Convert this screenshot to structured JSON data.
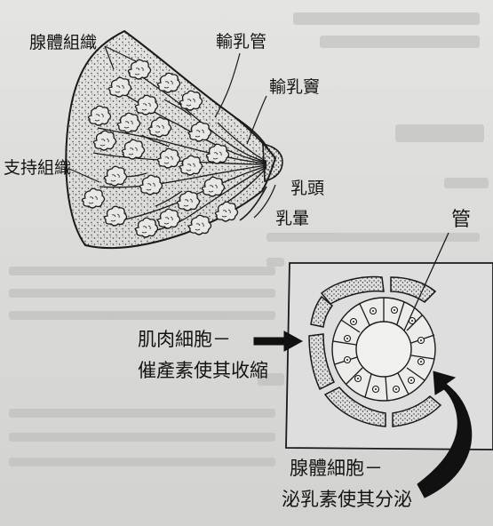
{
  "breast_diagram": {
    "labels": {
      "glandular_tissue": "腺體組織",
      "lactiferous_duct": "輸乳管",
      "lactiferous_sinus": "輸乳竇",
      "supporting_tissue": "支持組織",
      "nipple": "乳頭",
      "areola": "乳暈"
    }
  },
  "alveolus_diagram": {
    "labels": {
      "duct": "管",
      "muscle_cell": "肌肉細胞－",
      "muscle_cell_note": "催產素使其收縮",
      "gland_cell": "腺體細胞－",
      "gland_cell_note": "泌乳素使其分泌"
    }
  }
}
